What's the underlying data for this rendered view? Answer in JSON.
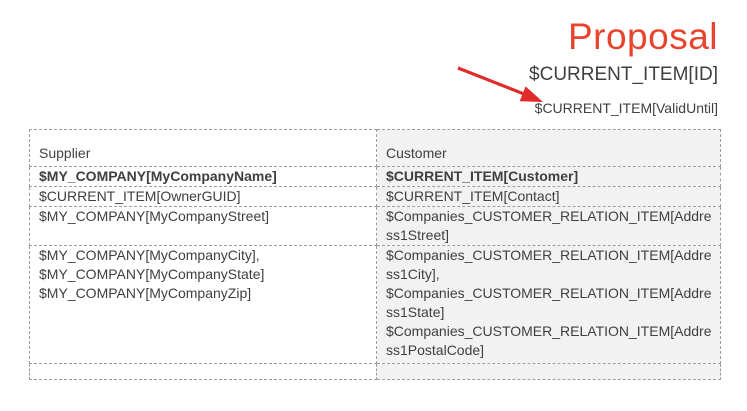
{
  "colors": {
    "title_red": "#e8432d",
    "arrow_red": "#e02b2b",
    "text_dark": "#3f3f3f",
    "table_border": "#9d9d9d",
    "customer_fill": "#f2f2f2",
    "page_bg": "#ffffff"
  },
  "header": {
    "title": "Proposal",
    "id_placeholder": "$CURRENT_ITEM[ID]",
    "valid_until_placeholder": "$CURRENT_ITEM[ValidUntil]"
  },
  "annotation": {
    "arrow_icon": "red-arrow",
    "points_at": "valid-until-placeholder"
  },
  "table": {
    "headers": [
      "Supplier",
      "Customer"
    ],
    "rows": [
      {
        "bold": true,
        "supplier": [
          "$MY_COMPANY[MyCompanyName]"
        ],
        "customer": [
          "$CURRENT_ITEM[Customer]"
        ]
      },
      {
        "bold": false,
        "supplier": [
          "$CURRENT_ITEM[OwnerGUID]"
        ],
        "customer": [
          "$CURRENT_ITEM[Contact]"
        ]
      },
      {
        "bold": false,
        "supplier": [
          "$MY_COMPANY[MyCompanyStreet]"
        ],
        "customer": [
          "$Companies_CUSTOMER_RELATION_ITEM[Address1Street]"
        ]
      },
      {
        "bold": false,
        "supplier": [
          "$MY_COMPANY[MyCompanyCity],",
          "$MY_COMPANY[MyCompanyState]",
          "$MY_COMPANY[MyCompanyZip]"
        ],
        "customer": [
          "$Companies_CUSTOMER_RELATION_ITEM[Address1City],",
          "$Companies_CUSTOMER_RELATION_ITEM[Address1State]",
          "$Companies_CUSTOMER_RELATION_ITEM[Address1PostalCode]"
        ]
      },
      {
        "bold": false,
        "supplier": [],
        "customer": []
      }
    ]
  }
}
